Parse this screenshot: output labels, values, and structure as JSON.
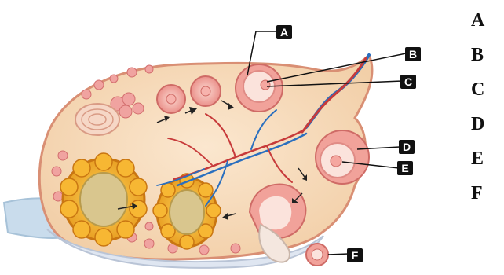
{
  "diagram": {
    "callouts": [
      {
        "id": "A",
        "label": "A"
      },
      {
        "id": "B",
        "label": "B"
      },
      {
        "id": "C",
        "label": "C"
      },
      {
        "id": "D",
        "label": "D"
      },
      {
        "id": "E",
        "label": "E"
      },
      {
        "id": "F",
        "label": "F"
      }
    ],
    "legend": [
      "A",
      "B",
      "C",
      "D",
      "E",
      "F"
    ]
  }
}
